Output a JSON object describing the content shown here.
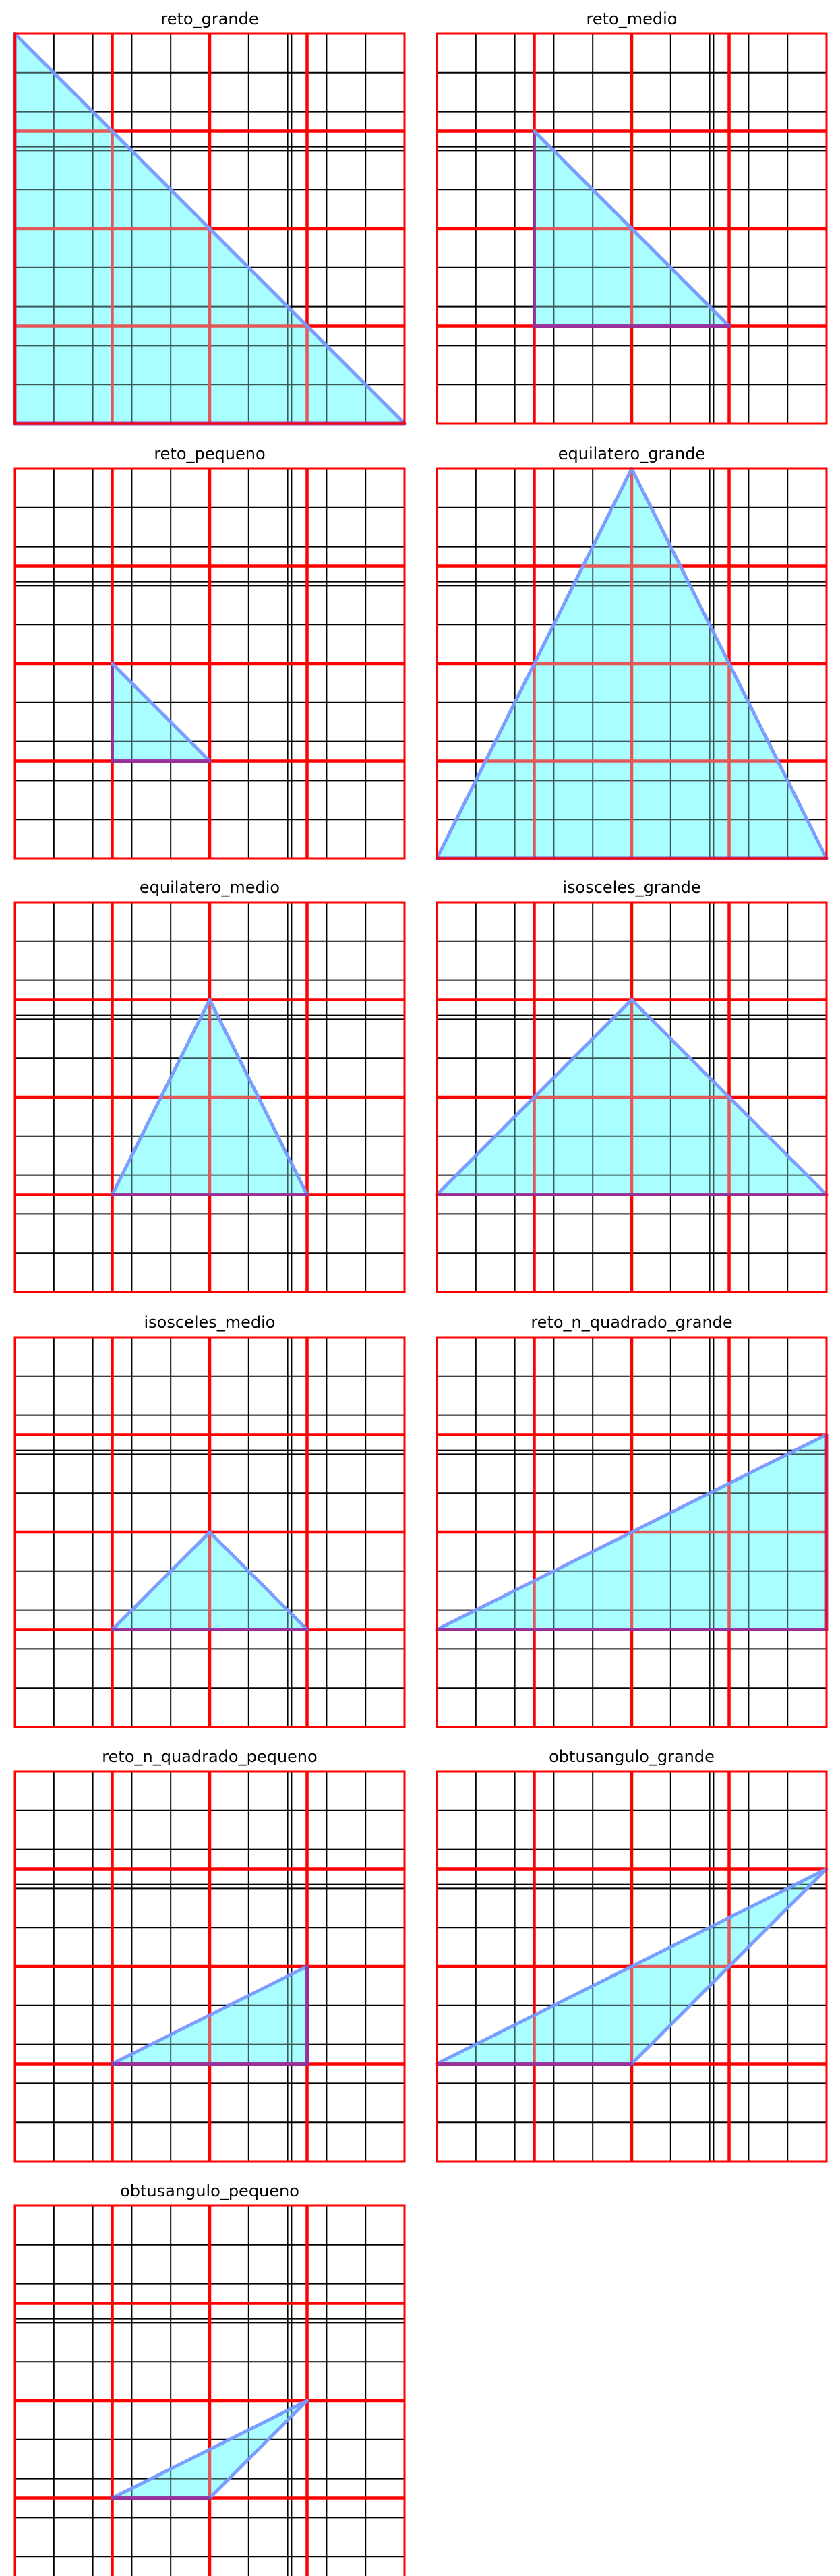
{
  "colors": {
    "fine_grid": "#000000",
    "major_grid": "#ff0000",
    "frame": "#ff0000",
    "triangle_fill": "#aaffff",
    "triangle_edge": "#7799ff",
    "triangle_base": "#8833aa"
  },
  "panels": [
    {
      "title": "reto_grande",
      "vertices": [
        [
          0,
          0
        ],
        [
          0,
          10
        ],
        [
          10,
          0
        ]
      ]
    },
    {
      "title": "reto_medio",
      "vertices": [
        [
          2.5,
          2.5
        ],
        [
          2.5,
          7.5
        ],
        [
          7.5,
          2.5
        ]
      ]
    },
    {
      "title": "reto_pequeno",
      "vertices": [
        [
          2.5,
          2.5
        ],
        [
          2.5,
          5
        ],
        [
          5,
          2.5
        ]
      ]
    },
    {
      "title": "equilatero_grande",
      "vertices": [
        [
          0,
          0
        ],
        [
          5,
          10
        ],
        [
          10,
          0
        ]
      ]
    },
    {
      "title": "equilatero_medio",
      "vertices": [
        [
          2.5,
          2.5
        ],
        [
          5,
          7.5
        ],
        [
          7.5,
          2.5
        ]
      ]
    },
    {
      "title": "isosceles_grande",
      "vertices": [
        [
          0,
          2.5
        ],
        [
          5,
          7.5
        ],
        [
          10,
          2.5
        ]
      ]
    },
    {
      "title": "isosceles_medio",
      "vertices": [
        [
          2.5,
          2.5
        ],
        [
          5,
          5
        ],
        [
          7.5,
          2.5
        ]
      ]
    },
    {
      "title": "reto_n_quadrado_grande",
      "vertices": [
        [
          0,
          2.5
        ],
        [
          10,
          7.5
        ],
        [
          10,
          2.5
        ]
      ]
    },
    {
      "title": "reto_n_quadrado_pequeno",
      "vertices": [
        [
          2.5,
          2.5
        ],
        [
          7.5,
          5
        ],
        [
          7.5,
          2.5
        ]
      ]
    },
    {
      "title": "obtusangulo_grande",
      "vertices": [
        [
          0,
          2.5
        ],
        [
          10,
          7.5
        ],
        [
          5,
          2.5
        ]
      ]
    },
    {
      "title": "obtusangulo_pequeno",
      "vertices": [
        [
          2.5,
          2.5
        ],
        [
          7.5,
          5
        ],
        [
          5,
          2.5
        ]
      ]
    }
  ]
}
